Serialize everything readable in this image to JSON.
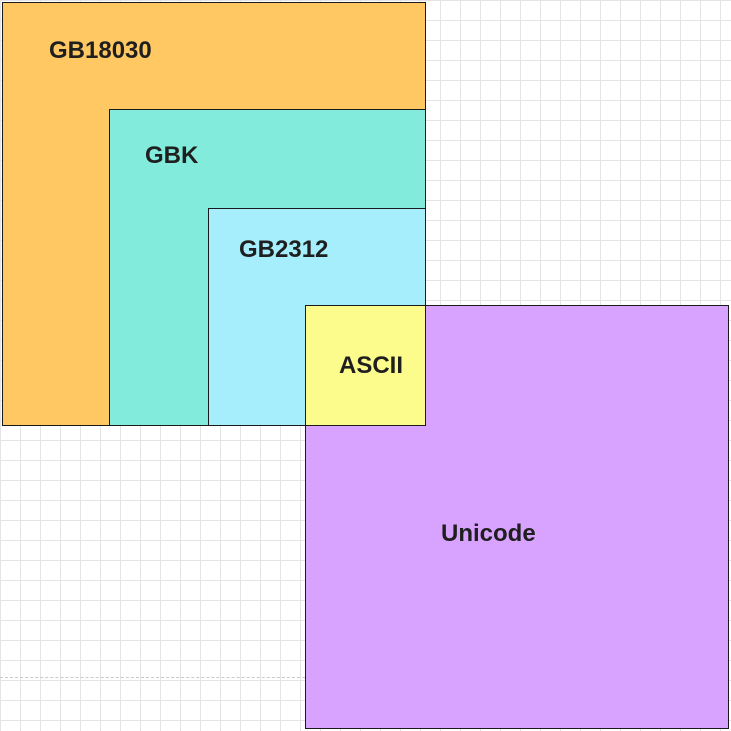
{
  "diagram": {
    "sets": [
      {
        "id": "gb18030",
        "label": "GB18030",
        "color": "#FFC862"
      },
      {
        "id": "gbk",
        "label": "GBK",
        "color": "#82EBDC"
      },
      {
        "id": "gb2312",
        "label": "GB2312",
        "color": "#A6EEFB"
      },
      {
        "id": "ascii",
        "label": "ASCII",
        "color": "#FCFC8C"
      },
      {
        "id": "unicode",
        "label": "Unicode",
        "color": "#D8A2FF"
      }
    ]
  }
}
